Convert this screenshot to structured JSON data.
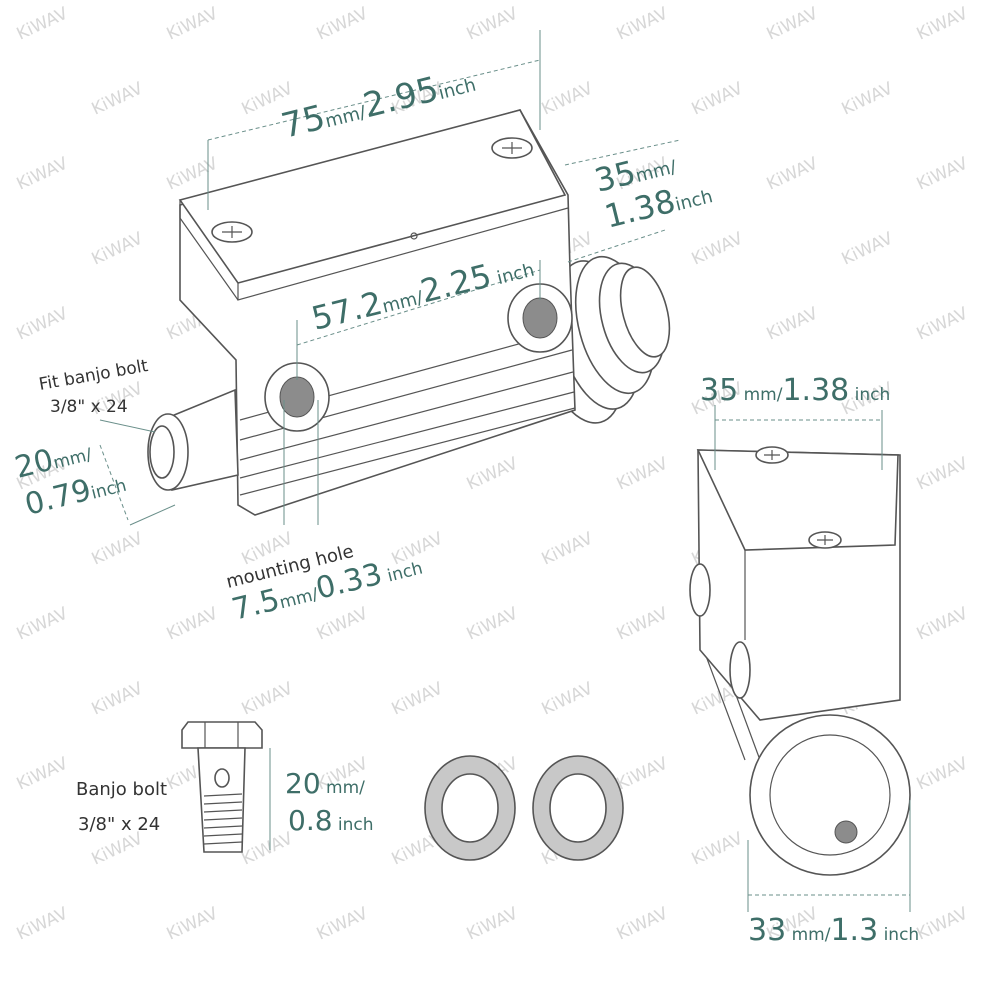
{
  "watermark": {
    "text": "KiWAV",
    "color": "#d7d7d7"
  },
  "colors": {
    "dimension_text": "#3e6e68",
    "label_text": "#333333",
    "outline": "#555555",
    "dim_line": "#6a8f8a",
    "hole_fill": "#8c8c8c"
  },
  "dimensions": {
    "length_mm": "75",
    "length_mm_unit": "mm/",
    "length_in": "2.95",
    "length_in_unit": "inch",
    "depth_mm": "35",
    "depth_mm_unit": "mm/",
    "depth_in": "1.38",
    "depth_in_unit": "inch",
    "hole_spacing_mm": "57.2",
    "hole_spacing_mm_unit": "mm/",
    "hole_spacing_in": "2.25",
    "hole_spacing_in_unit": " inch",
    "banjo_fit_line1": "Fit banjo bolt",
    "banjo_fit_line2": "3/8\" x 24",
    "height_mm": "20",
    "height_mm_unit": "mm/",
    "height_in": "0.79",
    "height_in_unit": "inch",
    "mounting_hole_label": "mounting hole",
    "mounting_mm": "7.5",
    "mounting_mm_unit": "mm/",
    "mounting_in": "0.33",
    "mounting_in_unit": " inch",
    "side_width_mm": "35",
    "side_width_mm_unit": " mm/",
    "side_width_in": "1.38",
    "side_width_in_unit": " inch",
    "bottom_width_mm": "33",
    "bottom_width_mm_unit": " mm/",
    "bottom_width_in": "1.3",
    "bottom_width_in_unit": " inch",
    "banjo_bolt_line1": "Banjo bolt",
    "banjo_bolt_line2": "3/8\" x 24",
    "bolt_len_mm": "20",
    "bolt_len_mm_unit": " mm/",
    "bolt_len_in": "0.8",
    "bolt_len_in_unit": " inch"
  },
  "icons": [
    "phillips-screw-icon",
    "banjo-bolt-icon",
    "crush-washer-icon"
  ]
}
